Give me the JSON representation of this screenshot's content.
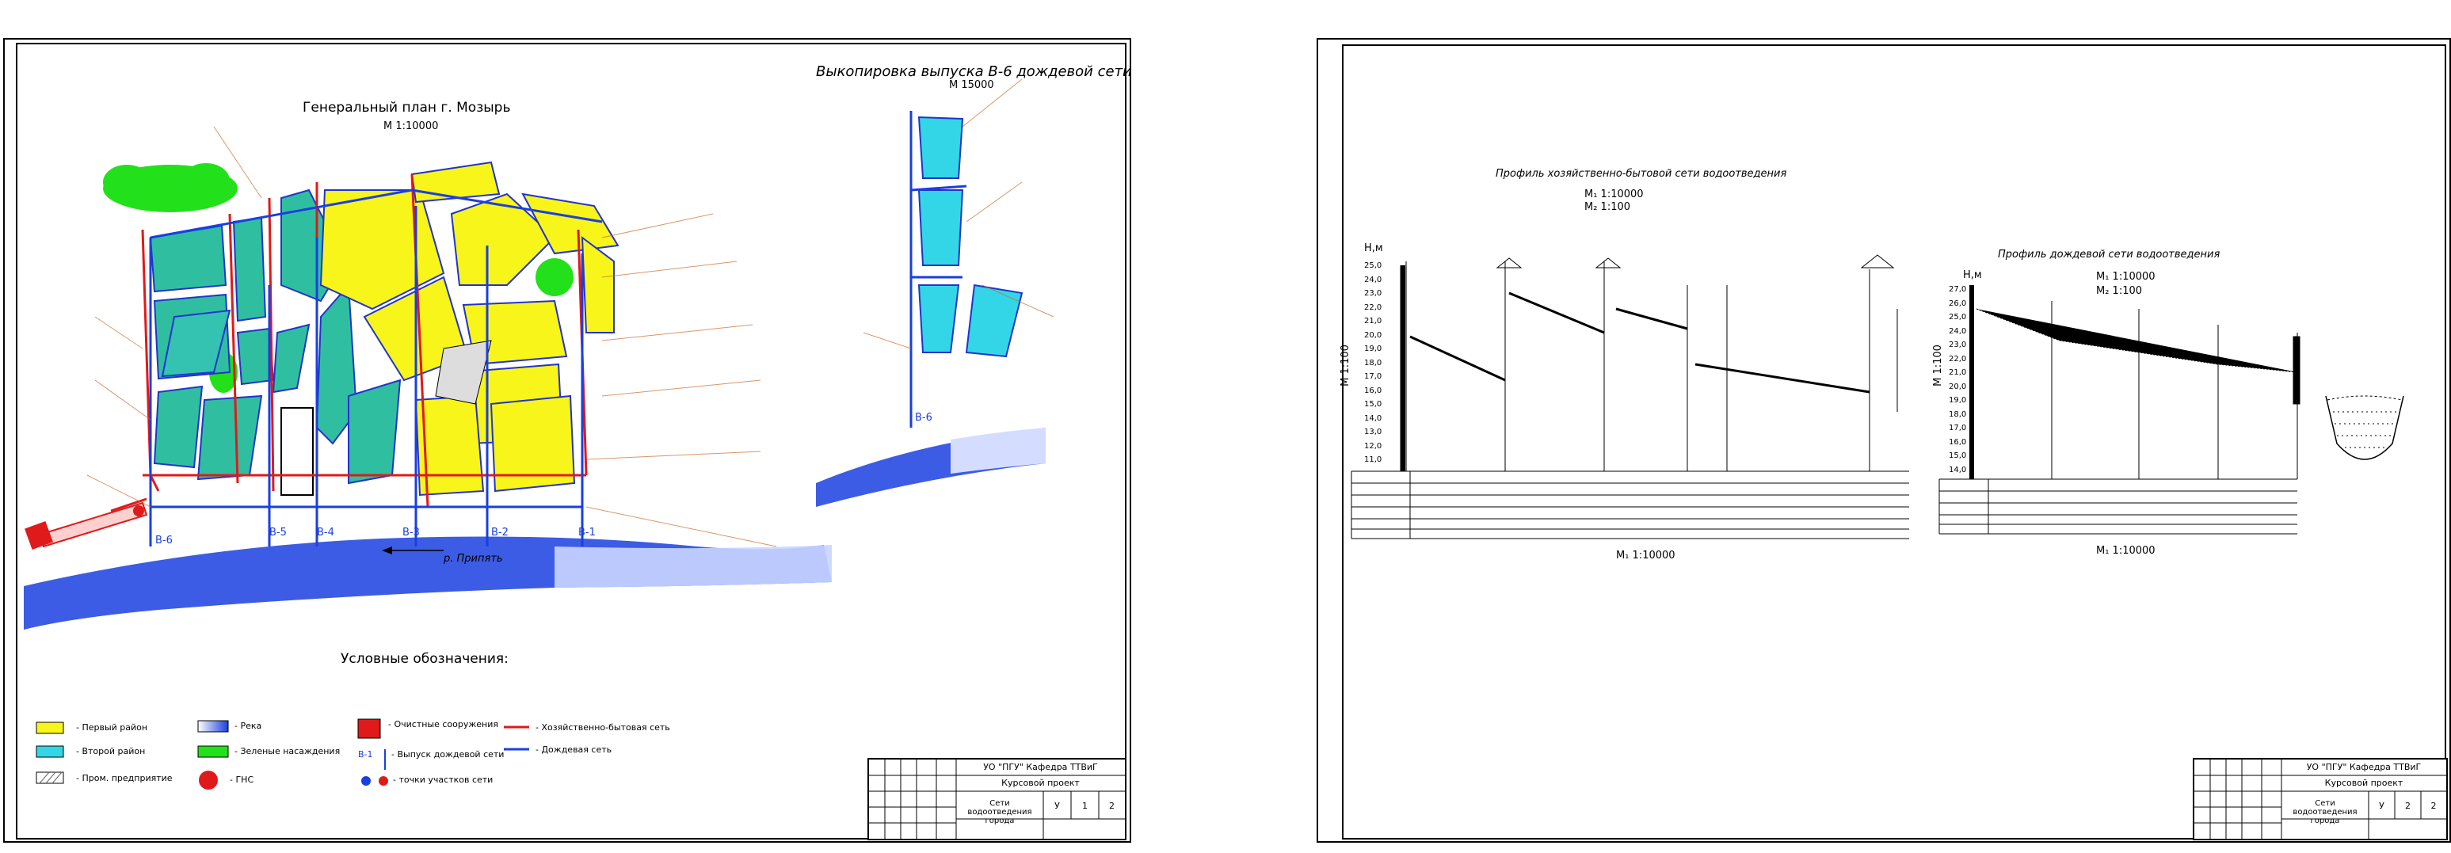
{
  "sheet1": {
    "title_general": "Генеральный план г. Мозырь",
    "scale_general": "М 1:10000",
    "title_excerpt": "Выкопировка выпуска В-6 дождевой сети",
    "scale_excerpt": "М 15000",
    "river_label": "р. Припять",
    "outfalls": [
      "В-6",
      "В-5",
      "В-4",
      "В-3",
      "В-2",
      "В-1"
    ],
    "excerpt_outfall": "В-6",
    "legend_title": "Условные обозначения:",
    "legend": [
      {
        "label": "- Первый район",
        "color": "#f7f51a"
      },
      {
        "label": "- Второй район",
        "color": "#33d6e6"
      },
      {
        "label": "- Пром. предприятие",
        "color": "#ffffff"
      },
      {
        "label": "- Река",
        "color": "#1a3fe0"
      },
      {
        "label": "- Зеленые насаждения",
        "color": "#22e01a"
      },
      {
        "label": "- ГНС",
        "color": "#e01a1a"
      },
      {
        "label": "- Очистные сооружения",
        "color": "#e01a1a"
      },
      {
        "label": "- Выпуск дождевой сети",
        "color": "#1a3fe0"
      },
      {
        "label": "- точки участков сети",
        "color": "#1a3fe0"
      },
      {
        "label": "- Хозяйственно-бытовая сеть",
        "color": "#e01a1a"
      },
      {
        "label": "- Дождевая сеть",
        "color": "#1a3fe0"
      }
    ],
    "legend_outfall_code": "В-1",
    "stamp": {
      "org": "УО \"ПГУ\" Кафедра ТТВиГ",
      "project": "Курсовой проект",
      "subject": "Сети водоотведения города",
      "sheet_a": "У",
      "sheet_b": "1",
      "sheet_c": "2"
    }
  },
  "sheet2": {
    "title_household": "Профиль хозяйственно-бытовой сети водоотведения",
    "scale_h1": "М₁ 1:10000",
    "scale_h2": "М₂ 1:100",
    "title_rain": "Профиль дождевой сети водоотведения",
    "scale_r1": "М₁ 1:10000",
    "scale_r2": "М₂ 1:100",
    "axis_label_hm": "Н,м",
    "axis_vertical": "М 1:100",
    "bottom_scale_left": "М₁ 1:10000",
    "bottom_scale_right": "М₁ 1:10000",
    "ticks_household": [
      "25,0",
      "24,0",
      "23,0",
      "22,0",
      "21,0",
      "20,0",
      "19,0",
      "18,0",
      "17,0",
      "16,0",
      "15,0",
      "14,0",
      "13,0",
      "12,0",
      "11,0"
    ],
    "ticks_rain": [
      "27,0",
      "26,0",
      "25,0",
      "24,0",
      "23,0",
      "22,0",
      "21,0",
      "20,0",
      "19,0",
      "18,0",
      "17,0",
      "16,0",
      "15,0",
      "14,0"
    ],
    "stamp": {
      "org": "УО \"ПГУ\" Кафедра ТТВиГ",
      "project": "Курсовой проект",
      "subject": "Сети водоотведения города",
      "sheet_a": "У",
      "sheet_b": "2",
      "sheet_c": "2"
    }
  }
}
